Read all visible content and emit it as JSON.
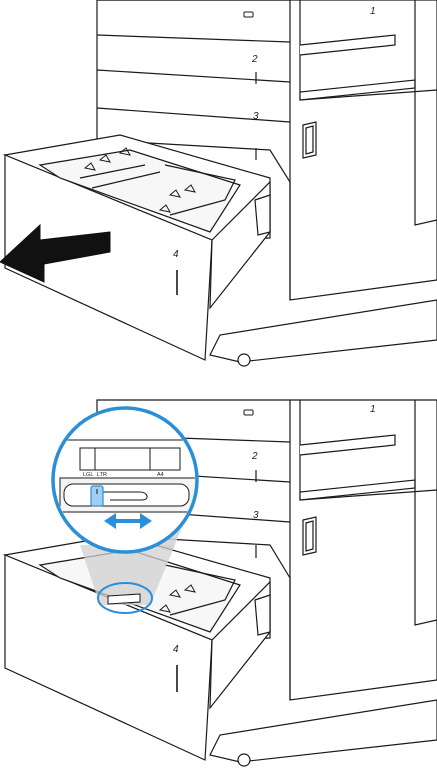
{
  "panels": [
    {
      "tray_labels": [
        "1",
        "2",
        "3",
        "4"
      ]
    },
    {
      "tray_labels": [
        "1",
        "2",
        "3",
        "4"
      ],
      "zoom_labels": {
        "size_lgl": "LGL",
        "size_ltr": "LTR",
        "size_a4": "A4"
      }
    }
  ],
  "colors": {
    "outline": "#1a1a1a",
    "accent": "#2a8fd6",
    "accent_light": "#9fd0f2"
  }
}
